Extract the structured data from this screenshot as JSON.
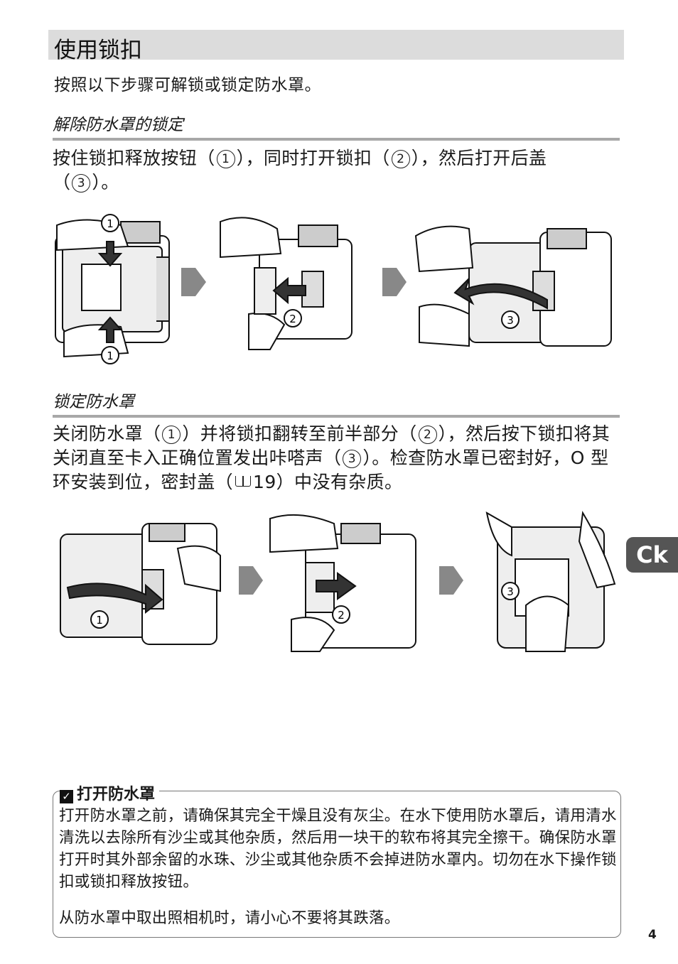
{
  "heading": "使用锁扣",
  "intro": "按照以下步骤可解锁或锁定防水罩。",
  "unlock": {
    "subheading": "解除防水罩的锁定",
    "text_a": "按住锁扣释放按钮（",
    "step1": "1",
    "text_b": "），同时打开锁扣（",
    "step2": "2",
    "text_c": "），然后打开后盖",
    "text_d": "（",
    "step3": "3",
    "text_e": "）。"
  },
  "lock": {
    "subheading": "锁定防水罩",
    "text_a": "关闭防水罩（",
    "step1": "1",
    "text_b": "）并将锁扣翻转至前半部分（",
    "step2": "2",
    "text_c": "），然后按下锁扣将其关闭直至卡入正确位置发出咔嗒声（",
    "step3": "3",
    "text_d": "）。检查防水罩已密封好，O 型环安装到位，密封盖（",
    "ref_icon": "book-icon",
    "ref_page": "19",
    "text_e": "）中没有杂质。"
  },
  "figures": {
    "labels": [
      "1",
      "2",
      "3"
    ]
  },
  "side_tab": "Ck",
  "note": {
    "title": "打开防水罩",
    "p1": "打开防水罩之前，请确保其完全干燥且没有灰尘。在水下使用防水罩后，请用清水清洗以去除所有沙尘或其他杂质，然后用一块干的软布将其完全擦干。确保防水罩打开时其外部余留的水珠、沙尘或其他杂质不会掉进防水罩内。切勿在水下操作锁扣或锁扣释放按钮。",
    "p2": "从防水罩中取出照相机时，请小心不要将其跌落。"
  },
  "page_number": "4"
}
